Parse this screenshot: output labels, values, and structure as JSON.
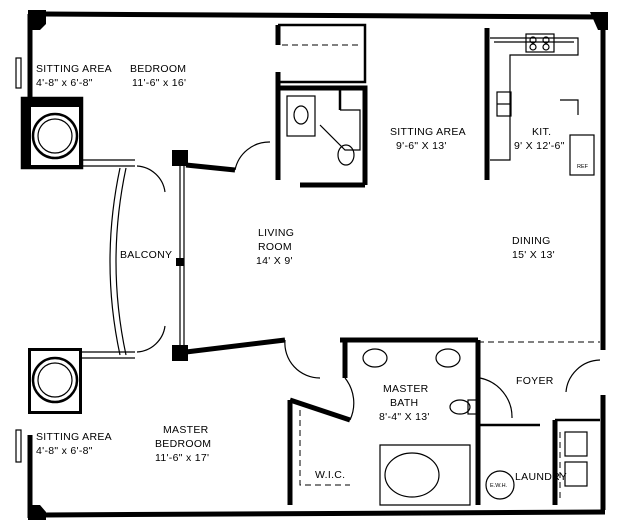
{
  "rooms": {
    "sitting_top": {
      "name": "SITTING AREA",
      "dims": "4'-8\" x 6'-8\""
    },
    "bedroom": {
      "name": "BEDROOM",
      "dims": "11'-6\" x 16'"
    },
    "sitting_center": {
      "name": "SITTING AREA",
      "dims": "9'-6\" X 13'"
    },
    "kitchen": {
      "name": "KIT.",
      "dims": "9' X 12'-6\""
    },
    "balcony": {
      "name": "BALCONY"
    },
    "living": {
      "name1": "LIVING",
      "name2": "ROOM",
      "dims": "14' X 9'"
    },
    "dining": {
      "name": "DINING",
      "dims": "15' X 13'"
    },
    "master_bath": {
      "name1": "MASTER",
      "name2": "BATH",
      "dims": "8'-4\" X 13'"
    },
    "foyer": {
      "name": "FOYER"
    },
    "sitting_bottom": {
      "name": "SITTING AREA",
      "dims": "4'-8\" x 6'-8\""
    },
    "master_bedroom": {
      "name1": "MASTER",
      "name2": "BEDROOM",
      "dims": "11'-6\" x 17'"
    },
    "wic": {
      "name": "W.I.C."
    },
    "laundry": {
      "name": "LAUNDRY"
    }
  },
  "fixtures": {
    "ref": "REF",
    "ewh": "E.W.H."
  }
}
